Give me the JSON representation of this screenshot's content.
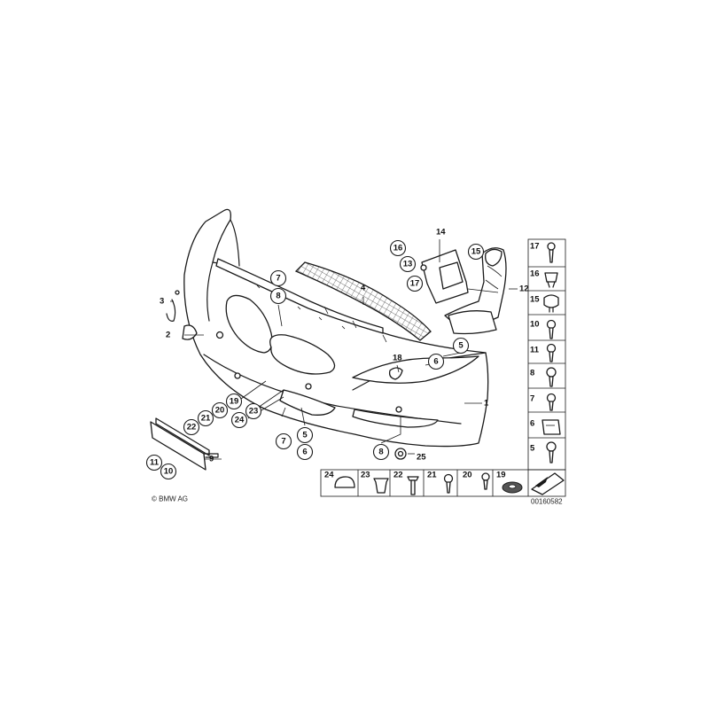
{
  "copyright": "© BMW AG",
  "image_number": "00160582",
  "callouts": {
    "c1": "1",
    "c2": "2",
    "c3": "3",
    "c4": "4",
    "c5a": "5",
    "c5b": "5",
    "c6a": "6",
    "c6b": "6",
    "c7a": "7",
    "c7b": "7",
    "c8a": "8",
    "c8b": "8",
    "c9": "9",
    "c10": "10",
    "c11": "11",
    "c12": "12",
    "c13": "13",
    "c14": "14",
    "c15": "15",
    "c16": "16",
    "c17": "17",
    "c18": "18",
    "c19": "19",
    "c20": "20",
    "c21": "21",
    "c22": "22",
    "c23": "23",
    "c24": "24",
    "c25": "25"
  },
  "side_panel_labels": [
    "17",
    "16",
    "15",
    "10",
    "11",
    "8",
    "7",
    "6",
    "5"
  ],
  "bottom_panel_labels": [
    "24",
    "23",
    "22",
    "21",
    "20",
    "19"
  ],
  "colors": {
    "line": "#1a1a1a",
    "background": "#ffffff",
    "fill_grey": "#d9d9d9"
  }
}
